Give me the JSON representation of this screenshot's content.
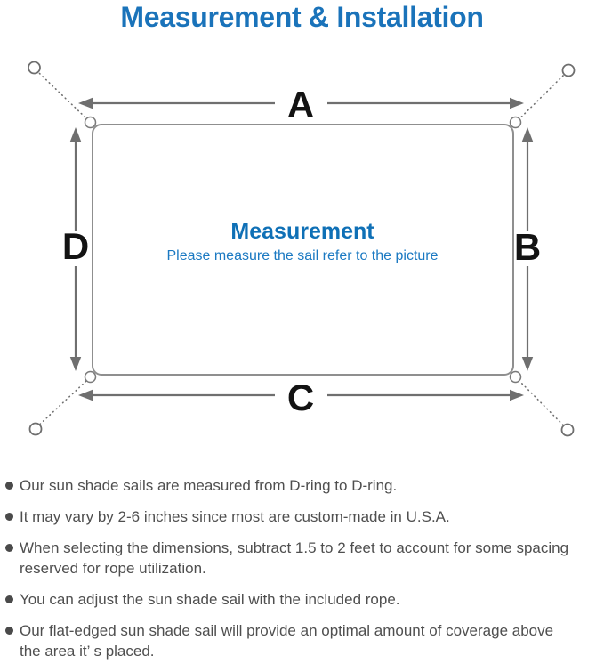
{
  "title": "Measurement & Installation",
  "diagram": {
    "label_top": "A",
    "label_right": "B",
    "label_bottom": "C",
    "label_left": "D",
    "center_title": "Measurement",
    "center_subtitle": "Please measure the sail refer to the picture"
  },
  "notes": [
    {
      "lines": [
        "Our sun shade sails are measured from D-ring to D-ring."
      ]
    },
    {
      "lines": [
        "It may vary by 2-6 inches since most are custom-made in U.S.A."
      ]
    },
    {
      "lines": [
        "When selecting the dimensions, subtract 1.5 to 2 feet to account for some spacing",
        "reserved for rope utilization."
      ]
    },
    {
      "lines": [
        "You can adjust the sun shade sail with the included rope."
      ]
    },
    {
      "lines": [
        "Our flat-edged sun shade sail will provide an optimal amount of coverage above",
        "the area it’ s placed."
      ]
    }
  ],
  "colors": {
    "title_blue": "#1a73ba",
    "center_blue": "#0f70b6",
    "subtitle_blue": "#1b79c2",
    "text_gray": "#4f4f4f",
    "line_gray": "#6f6f6f",
    "border_gray": "#8f8f8f"
  }
}
